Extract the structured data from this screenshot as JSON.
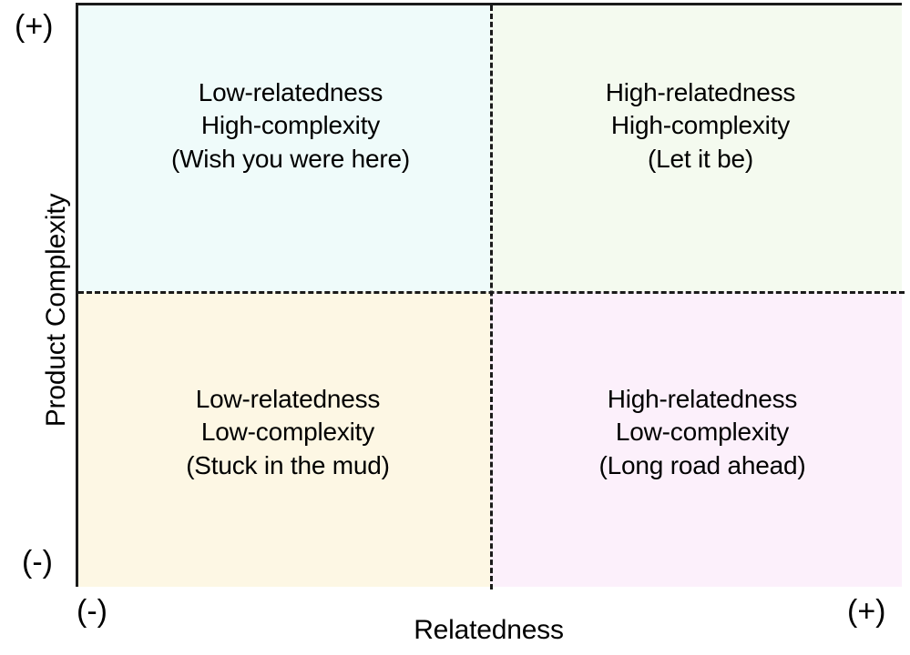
{
  "chart_data": {
    "type": "table",
    "title": "",
    "xlabel": "Relatedness",
    "ylabel": "Product Complexity",
    "x_axis_low_marker": "(-)",
    "x_axis_high_marker": "(+)",
    "y_axis_low_marker": "(-)",
    "y_axis_high_marker": "(+)",
    "grid": false,
    "legend": "none",
    "layout": "2x2 quadrant matrix with dashed dividers",
    "categories": [
      "Low-relatedness",
      "High-relatedness"
    ],
    "rows": [
      "High-complexity",
      "Low-complexity"
    ],
    "quadrants": [
      {
        "id": "top-left",
        "relatedness": "Low",
        "complexity": "High",
        "line1": "Low-relatedness",
        "line2": "High-complexity",
        "line3": "(Wish you were here)",
        "text": "Low-relatedness\nHigh-complexity\n(Wish you were here)",
        "fill": "#effbfa"
      },
      {
        "id": "top-right",
        "relatedness": "High",
        "complexity": "High",
        "line1": "High-relatedness",
        "line2": "High-complexity",
        "line3": "(Let it be)",
        "text": "High-relatedness\nHigh-complexity\n(Let it be)",
        "fill": "#f4faef"
      },
      {
        "id": "bottom-left",
        "relatedness": "Low",
        "complexity": "Low",
        "line1": "Low-relatedness",
        "line2": "Low-complexity",
        "line3": "(Stuck in the mud)",
        "text": "Low-relatedness\nLow-complexity\n(Stuck in the mud)",
        "fill": "#fdf7e4"
      },
      {
        "id": "bottom-right",
        "relatedness": "High",
        "complexity": "Low",
        "line1": "High-relatedness",
        "line2": "Low-complexity",
        "line3": "(Long road ahead)",
        "text": "High-relatedness\nLow-complexity\n(Long road ahead)",
        "fill": "#fcf0fb"
      }
    ]
  },
  "axes": {
    "y_title": "Product Complexity",
    "x_title": "Relatedness",
    "y_plus": "(+)",
    "y_minus": "(-)",
    "x_minus": "(-)",
    "x_plus": "(+)"
  },
  "colors": {
    "frame": "#1a1a1a",
    "divider": "#1a1a1a",
    "text": "#000000",
    "background": "#ffffff",
    "quadrant_top_left": "#effbfa",
    "quadrant_top_right": "#f4faef",
    "quadrant_bottom_left": "#fdf7e4",
    "quadrant_bottom_right": "#fcf0fb"
  }
}
